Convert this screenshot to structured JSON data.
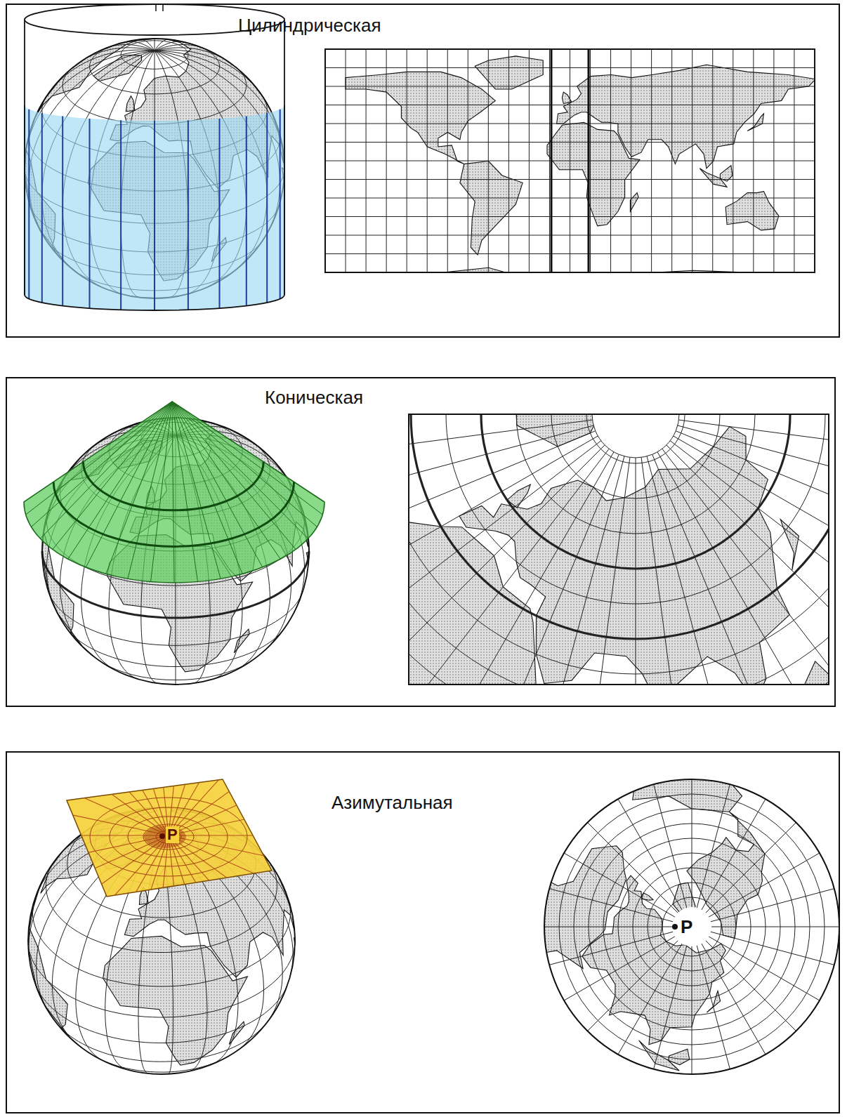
{
  "diagram": {
    "nodes": [
      {
        "text": [
          "Цилиндрическая"
        ]
      },
      {
        "text": [
          "Коническая"
        ]
      },
      {
        "text": [
          "Азимутальная"
        ]
      }
    ],
    "labels": [
      "P",
      "P"
    ]
  }
}
